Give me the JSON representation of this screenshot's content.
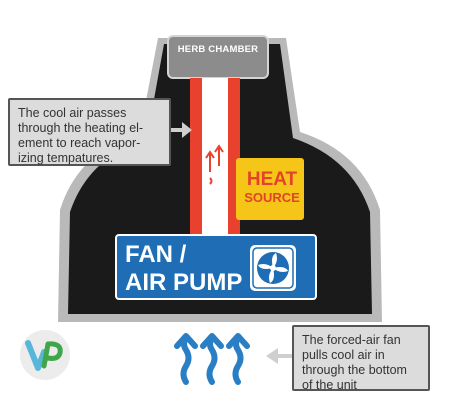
{
  "diagram": {
    "chamber_label": "HERB CHAMBER",
    "heat_label_line1": "HEAT",
    "heat_label_line2": "SOURCE",
    "fan_label_line1": "FAN /",
    "fan_label_line2": "AIR PUMP",
    "callout_top": "The cool air passes\nthrough the heating el-\nement to reach vapor-\nizing tempatures.",
    "callout_bottom": "The forced-air fan\npulls cool air in\nthrough the bottom\nof the unit",
    "logo_text": "VP"
  },
  "colors": {
    "body_dark": "#1a1a1a",
    "outline_gray": "#8a8a8a",
    "chamber_gray": "#8c8c8c",
    "heat_yellow": "#f5c518",
    "heat_text": "#e3432a",
    "fan_blue": "#1f6eb5",
    "arrow_blue": "#2a7fc4",
    "tube_red": "#e8412e",
    "callout_bg": "#dcdcdc"
  },
  "icons": [
    "fan-icon",
    "up-arrow-icon",
    "right-arrow-icon",
    "left-arrow-icon",
    "vp-logo"
  ]
}
